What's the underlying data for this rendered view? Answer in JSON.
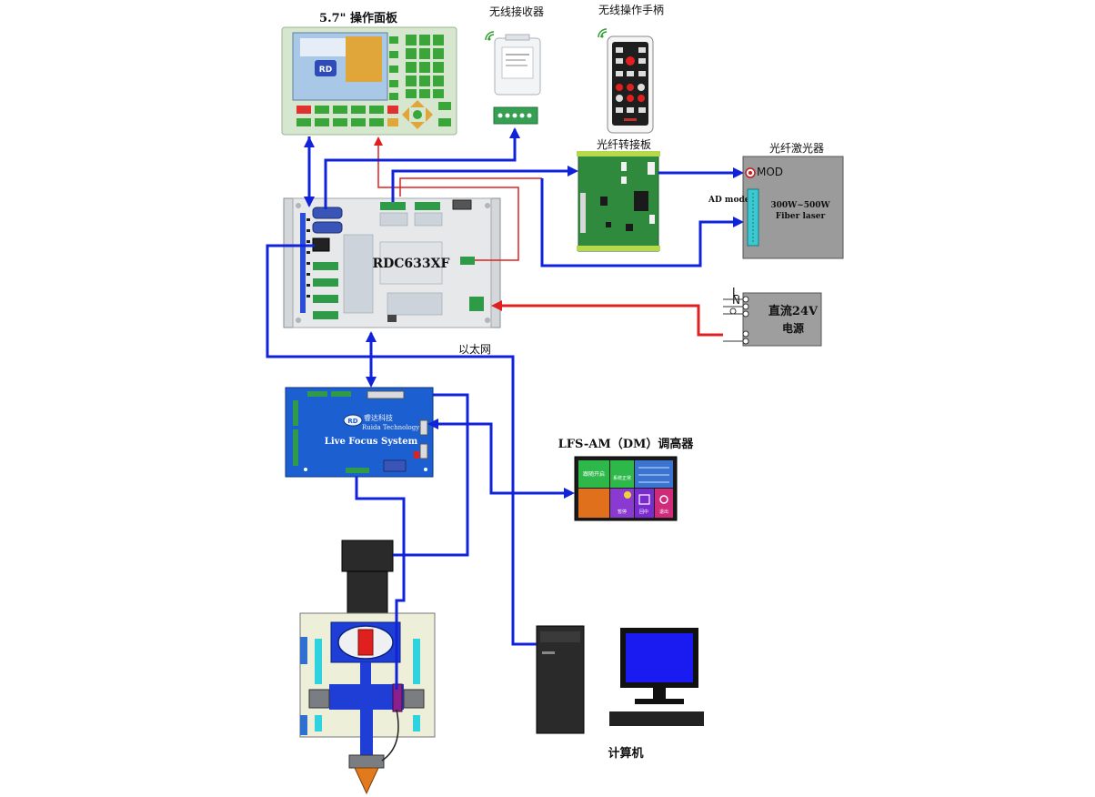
{
  "labels": {
    "panel_title": "5.7\" 操作面板",
    "receiver_title": "无线接收器",
    "handle_title": "无线操作手柄",
    "fiber_board_title": "光纤转接板",
    "fiber_laser_title": "光纤激光器",
    "controller_model": "RDC633XF",
    "ad_mode": "AD mode",
    "mod": "MOD",
    "laser_power": "300W~500W",
    "laser_type": "Fiber laser",
    "psu_line1": "直流24V",
    "psu_line2": "电源",
    "psu_L": "L",
    "psu_N": "N",
    "ethernet": "以太网",
    "lfs_company_cn": "睿达科技",
    "lfs_company_en": "Ruida Technology",
    "lfs_system": "Live Focus System",
    "lfs_am_title": "LFS-AM（DM）调高器",
    "computer": "计算机",
    "rd_logo": "RD"
  },
  "hmi": {
    "tiles": [
      "跟随开启",
      "系统正常",
      "回中",
      "暂停",
      "退出"
    ]
  },
  "colors": {
    "wire_blue": "#1023d8",
    "wire_red": "#e02020",
    "lfs_board": "#1c5fd0",
    "panel_green": "#3aa63a",
    "psu_gray": "#9e9e9e"
  }
}
